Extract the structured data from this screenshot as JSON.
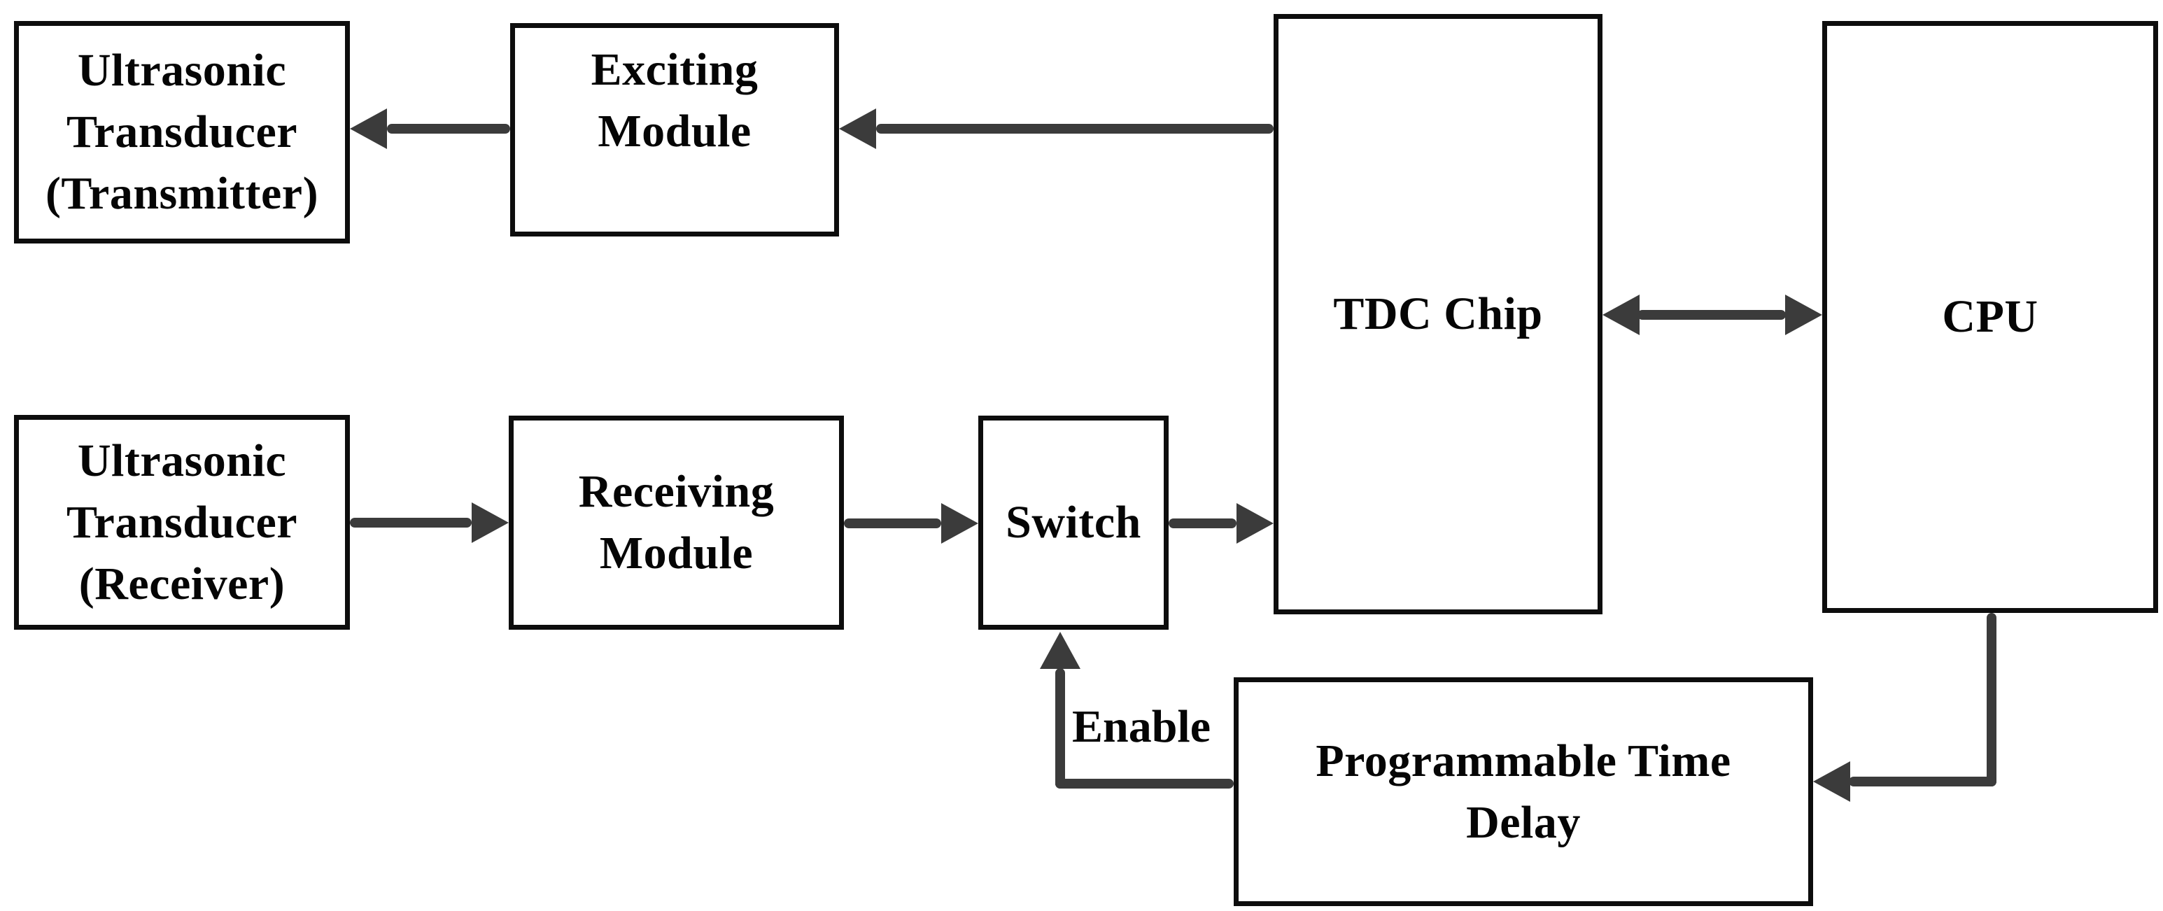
{
  "diagram": {
    "colors": {
      "arrow": "#3b3b3b",
      "box_border": "#0d0d0d",
      "box_fill": "#ffffff",
      "text": "#050505",
      "background": "#ffffff"
    },
    "nodes": {
      "transmitter": {
        "label": "Ultrasonic Transducer (Transmitter)",
        "lines": [
          "Ultrasonic",
          "Transducer",
          "(Transmitter)"
        ]
      },
      "exciting": {
        "label": "Exciting Module",
        "lines": [
          "Exciting",
          "Module"
        ]
      },
      "tdc": {
        "label": "TDC Chip",
        "lines": [
          "TDC Chip"
        ]
      },
      "cpu": {
        "label": "CPU",
        "lines": [
          "CPU"
        ]
      },
      "receiver": {
        "label": "Ultrasonic Transducer (Receiver)",
        "lines": [
          "Ultrasonic",
          "Transducer",
          "(Receiver)"
        ]
      },
      "receiving": {
        "label": "Receiving Module",
        "lines": [
          "Receiving",
          "Module"
        ]
      },
      "switch": {
        "label": "Switch",
        "lines": [
          "Switch"
        ]
      },
      "ptd": {
        "label": "Programmable Time Delay",
        "lines": [
          "Programmable Time",
          "Delay"
        ]
      }
    },
    "edge_labels": {
      "enable": "Enable"
    },
    "edges": [
      {
        "from": "TDC Chip",
        "to": "Exciting Module",
        "direction": "left",
        "style": "arrow"
      },
      {
        "from": "Exciting Module",
        "to": "Ultrasonic Transducer (Transmitter)",
        "direction": "left",
        "style": "arrow"
      },
      {
        "from": "Ultrasonic Transducer (Receiver)",
        "to": "Receiving Module",
        "direction": "right",
        "style": "arrow"
      },
      {
        "from": "Receiving Module",
        "to": "Switch",
        "direction": "right",
        "style": "arrow"
      },
      {
        "from": "Switch",
        "to": "TDC Chip",
        "direction": "right",
        "style": "arrow"
      },
      {
        "from": "TDC Chip",
        "to": "CPU",
        "direction": "bidirectional",
        "style": "double-arrow"
      },
      {
        "from": "CPU",
        "to": "Programmable Time Delay",
        "direction": "down-then-left",
        "style": "elbow-arrow"
      },
      {
        "from": "Programmable Time Delay",
        "to": "Switch",
        "direction": "left-then-up",
        "style": "elbow-arrow",
        "label": "Enable"
      }
    ]
  }
}
